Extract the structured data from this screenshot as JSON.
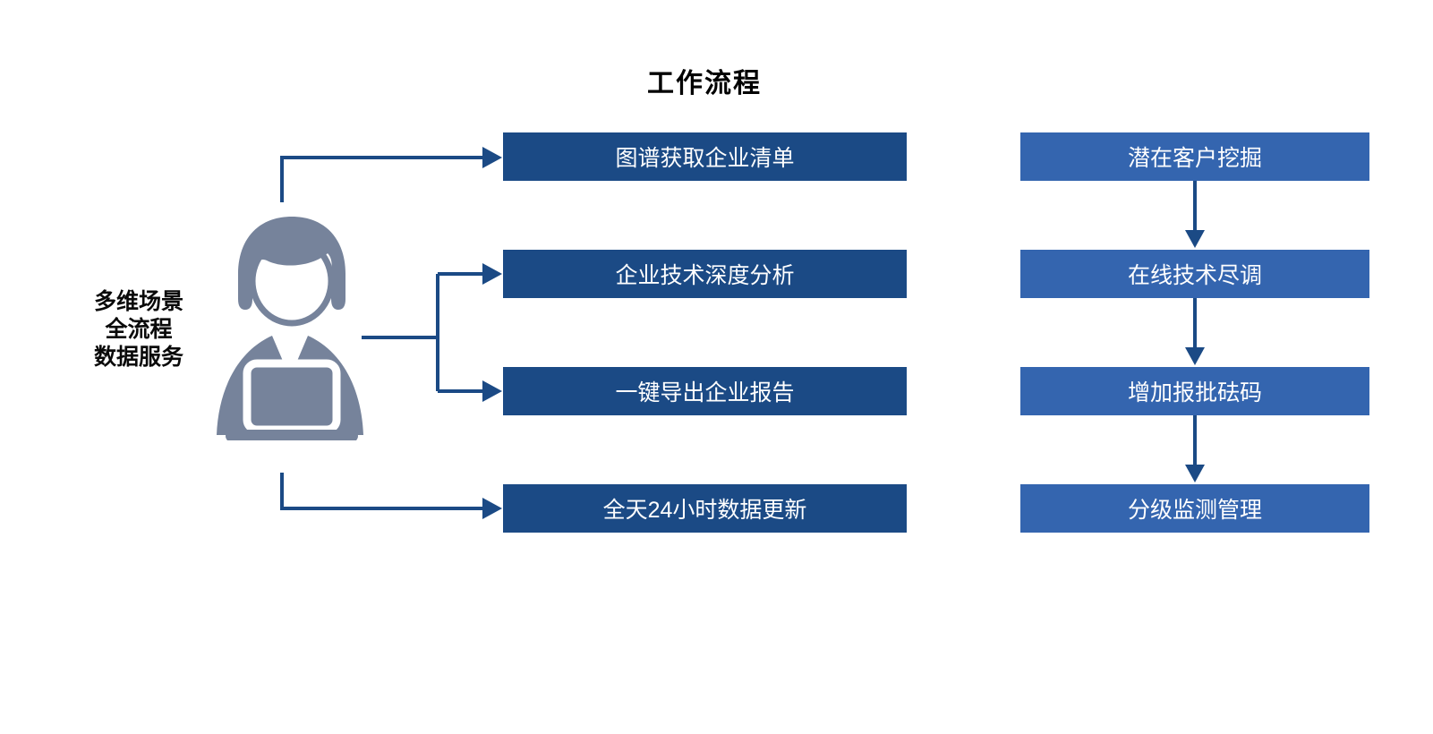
{
  "title": "工作流程",
  "colors": {
    "service_box_blue": "#1B4A85",
    "value_box_blue": "#3465AF",
    "connector_blue": "#1B4A85",
    "person_gray": "#76839B",
    "box_text": "#FFFFFF",
    "title_text": "#000000"
  },
  "actor": {
    "icon": "person-with-laptop-icon",
    "label_lines": [
      "多维场景",
      "全流程",
      "数据服务"
    ]
  },
  "service_steps": [
    {
      "label": "图谱获取企业清单"
    },
    {
      "label": "企业技术深度分析"
    },
    {
      "label": "一键导出企业报告"
    },
    {
      "label": "全天24小时数据更新"
    }
  ],
  "value_steps": [
    {
      "label": "潜在客户挖掘"
    },
    {
      "label": "在线技术尽调"
    },
    {
      "label": "增加报批砝码"
    },
    {
      "label": "分级监测管理"
    }
  ]
}
